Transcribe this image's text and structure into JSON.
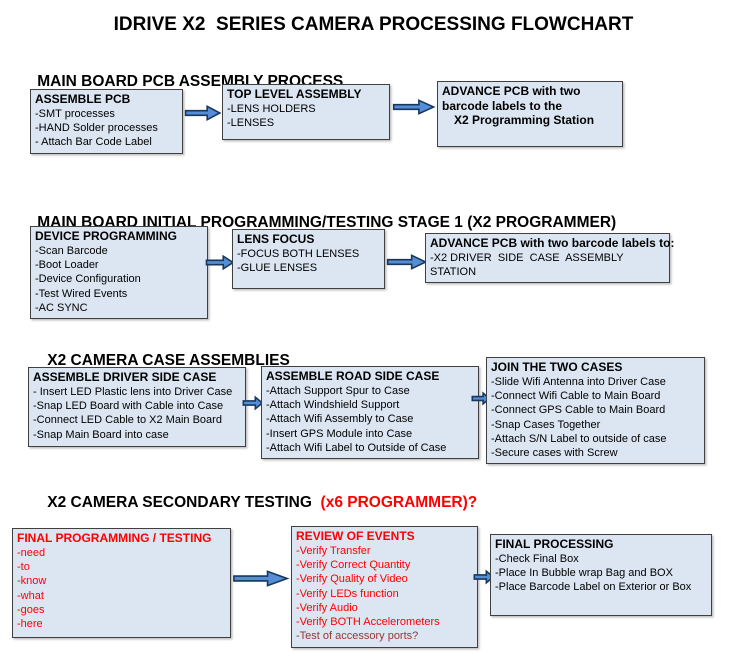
{
  "title": "IDRIVE X2  SERIES CAMERA PROCESSING FLOWCHART",
  "colors": {
    "box_fill": "#dce6f2",
    "box_border": "#404040",
    "arrow_fill": "#558ed5",
    "arrow_stroke": "#17375e",
    "red_text": "#ff0000",
    "maroon_text": "#953734"
  },
  "sections": [
    {
      "heading": "MAIN BOARD PCB ASSEMBLY PROCESS",
      "boxes": [
        {
          "title": "ASSEMBLE PCB",
          "items": [
            "-SMT processes",
            "-HAND Solder processes",
            "- Attach Bar Code Label"
          ]
        },
        {
          "title": "TOP LEVEL ASSEMBLY",
          "items": [
            "-LENS HOLDERS",
            "-LENSES"
          ]
        },
        {
          "title": "ADVANCE PCB with two barcode labels to the",
          "items": [
            "X2 Programming Station"
          ]
        }
      ]
    },
    {
      "heading": "MAIN BOARD INITIAL PROGRAMMING/TESTING STAGE 1 (X2 PROGRAMMER)",
      "boxes": [
        {
          "title": "DEVICE PROGRAMMING",
          "items": [
            "-Scan Barcode",
            "-Boot Loader",
            "-Device Configuration",
            "-Test Wired Events",
            "-AC SYNC"
          ]
        },
        {
          "title": "LENS FOCUS",
          "items": [
            "-FOCUS BOTH LENSES",
            "-GLUE LENSES"
          ]
        },
        {
          "title": "ADVANCE PCB with two barcode labels to:",
          "items": [
            "-X2 DRIVER  SIDE  CASE  ASSEMBLY STATION"
          ]
        }
      ]
    },
    {
      "heading": "X2 CAMERA CASE ASSEMBLIES",
      "boxes": [
        {
          "title": "ASSEMBLE DRIVER SIDE CASE",
          "items": [
            "- Insert LED Plastic lens into Driver Case",
            "-Snap LED Board with Cable into Case",
            "-Connect LED Cable to X2 Main Board",
            "-Snap Main Board into case"
          ]
        },
        {
          "title": "ASSEMBLE ROAD SIDE CASE",
          "items": [
            "-Attach Support Spur to Case",
            "-Attach Windshield Support",
            "-Attach Wifi Assembly to Case",
            "-Insert GPS Module into Case",
            "-Attach Wifi Label to Outside of Case"
          ]
        },
        {
          "title": "JOIN THE TWO CASES",
          "items": [
            "-Slide Wifi Antenna into Driver Case",
            "-Connect Wifi Cable to Main Board",
            "-Connect GPS Cable to Main Board",
            "-Snap Cases Together",
            "-Attach S/N Label to outside of case",
            "-Secure cases with Screw"
          ]
        }
      ]
    },
    {
      "heading": "X2 CAMERA SECONDARY TESTING  ",
      "heading_accent": "(x6 PROGRAMMER)?",
      "boxes": [
        {
          "title": "FINAL PROGRAMMING / TESTING",
          "items": [
            "-need",
            "-to",
            "-know",
            "-what",
            "-goes",
            "-here"
          ]
        },
        {
          "title": "REVIEW OF EVENTS",
          "items": [
            "-Verify Transfer",
            "-Verify Correct Quantity",
            "-Verify Quality of Video",
            "-Verify LEDs function",
            "-Verify Audio",
            "-Verify BOTH Accelerometers",
            "-Test of accessory ports?"
          ]
        },
        {
          "title": "FINAL PROCESSING",
          "items": [
            "-Check Final Box",
            "-Place In Bubble wrap Bag and BOX",
            "-Place Barcode Label on Exterior or Box"
          ]
        }
      ]
    }
  ]
}
